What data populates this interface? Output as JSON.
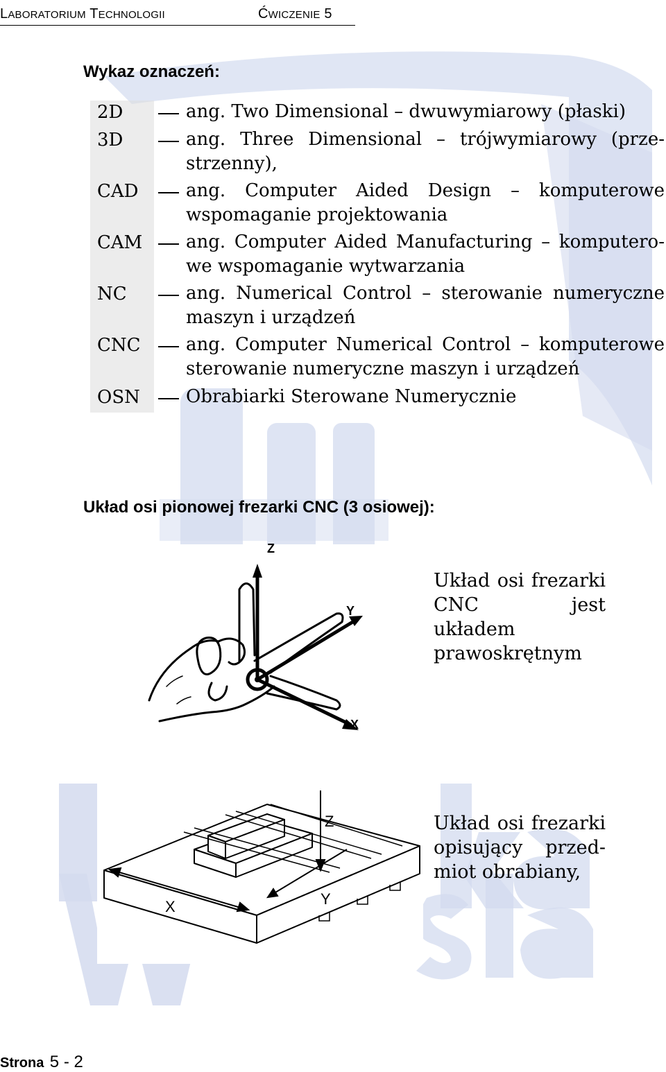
{
  "header": {
    "left_big1": "L",
    "left_small1": "ABORATORIUM",
    "left_big2": "T",
    "left_small2": "ECHNOLOGII",
    "right_big1": "Ć",
    "right_small1": "WICZENIE",
    "right_num": "5"
  },
  "abbreviations_title": "Wykaz oznaczeń:",
  "abbreviations": [
    {
      "abbr": "2D",
      "line1": "ang. Two Dimensional – dwuwymiarowy (płaski)",
      "line2": ""
    },
    {
      "abbr": "3D",
      "line1": "ang. Three Dimensional – trójwymiarowy (prze-",
      "line2": "strzenny),"
    },
    {
      "abbr": "CAD",
      "line1": "ang. Computer Aided Design – komputerowe",
      "line2": "wspomaganie projektowania"
    },
    {
      "abbr": "CAM",
      "line1": "ang. Computer Aided Manufacturing – komputero-",
      "line2": "we wspomaganie wytwarzania"
    },
    {
      "abbr": "NC",
      "line1": "ang. Numerical Control – sterowanie numeryczne",
      "line2": "maszyn i urządzeń"
    },
    {
      "abbr": "CNC",
      "line1": "ang. Computer Numerical Control – komputerowe",
      "line2": "sterowanie numeryczne maszyn i urządzeń"
    },
    {
      "abbr": "OSN",
      "line1": "Obrabiarki Sterowane Numerycznie",
      "line2": ""
    }
  ],
  "axes_title": "Układ osi pionowej frezarki CNC (3 osiowej):",
  "hand_figure": {
    "z": "Z",
    "y": "Y",
    "x": "X"
  },
  "hand_note": [
    "Układ osi frezarki",
    "CNC jest układem",
    "prawoskrętnym"
  ],
  "table_figure": {
    "z": "Z",
    "y": "Y",
    "x": "X"
  },
  "table_note": [
    "Układ osi frezarki",
    "opisujący przed-",
    "miot obrabiany,"
  ],
  "footer": {
    "label": "Strona",
    "page": "5 - 2"
  },
  "colors": {
    "watermark": "#cdd6ec"
  }
}
